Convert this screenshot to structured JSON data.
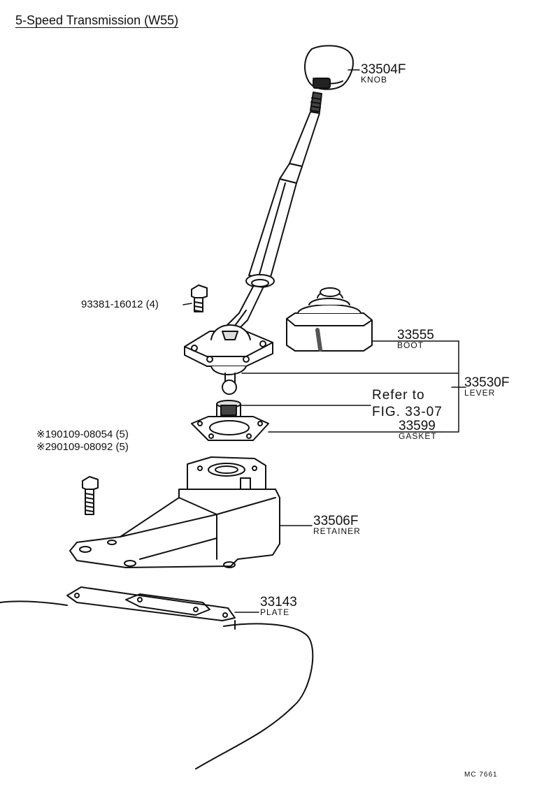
{
  "title": "5-Speed Transmission (W55)",
  "parts": {
    "knob": {
      "number": "33504F",
      "name": "KNOB"
    },
    "boot": {
      "number": "33555",
      "name": "BOOT"
    },
    "lever": {
      "number": "33530F",
      "name": "LEVER"
    },
    "refer": {
      "line1": "Refer to",
      "line2": "FIG. 33-07"
    },
    "gasket": {
      "number": "33599",
      "name": "GASKET"
    },
    "retainer": {
      "number": "33506F",
      "name": "RETAINER"
    },
    "plate": {
      "number": "33143",
      "name": "PLATE"
    }
  },
  "bolts": {
    "lever_bolt": "93381-16012 (4)",
    "retainer_bolt_1": "※190109-08054 (5)",
    "retainer_bolt_2": "※290109-08092 (5)"
  },
  "footer_code": "MC  7661"
}
